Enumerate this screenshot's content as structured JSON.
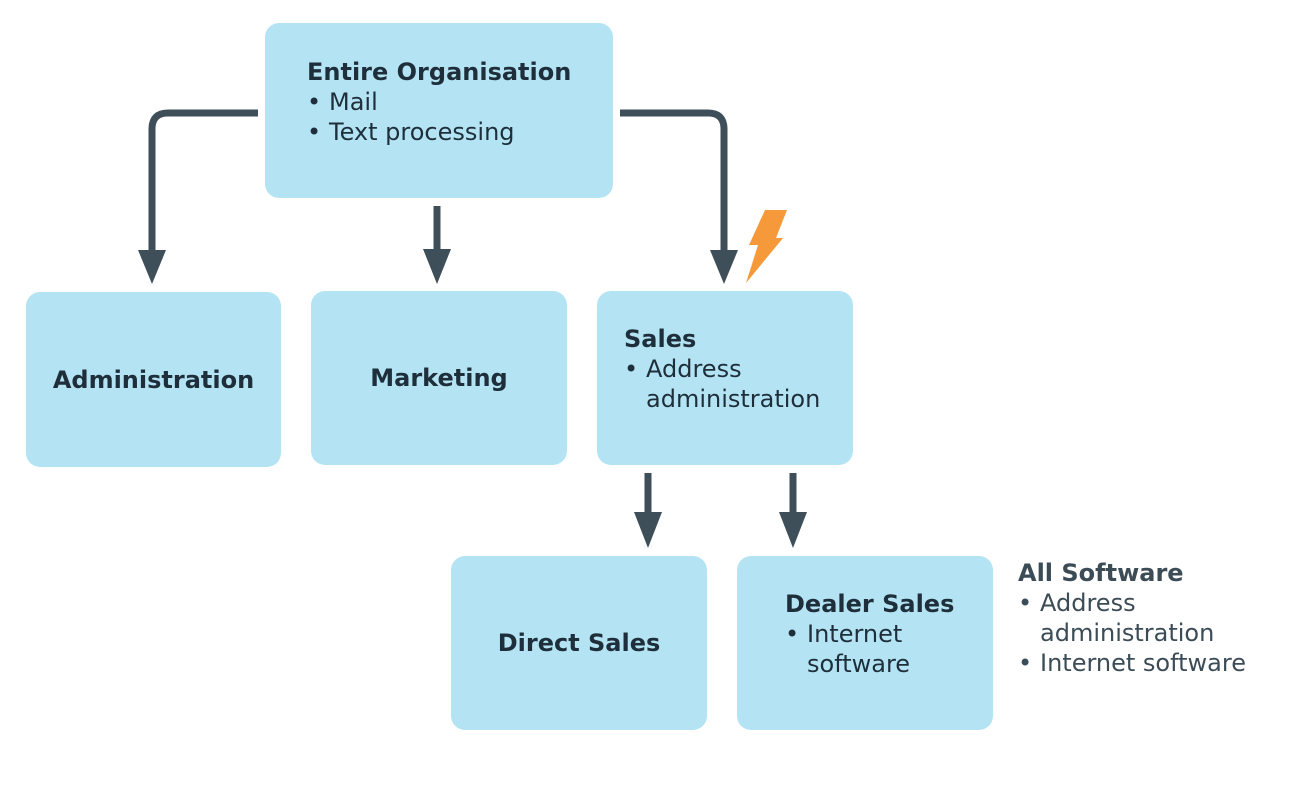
{
  "nodes": {
    "root": {
      "title": "Entire Organisation",
      "items": [
        "Mail",
        "Text processing"
      ]
    },
    "administration": {
      "title": "Administration"
    },
    "marketing": {
      "title": "Marketing"
    },
    "sales": {
      "title": "Sales",
      "item_line1": "Address",
      "item_line2": "administration"
    },
    "direct_sales": {
      "title": "Direct Sales"
    },
    "dealer_sales": {
      "title": "Dealer Sales",
      "item_line1": "Internet",
      "item_line2": "software"
    }
  },
  "side_note": {
    "title": "All Software",
    "item1_line1": "Address",
    "item1_line2": "administration",
    "item2": "Internet software"
  },
  "colors": {
    "box": "#b4e4f3",
    "connector": "#3f4f5a",
    "bolt": "#f6993a",
    "text": "#1e2f3b"
  },
  "icons": {
    "bolt": "lightning-bolt-icon"
  }
}
